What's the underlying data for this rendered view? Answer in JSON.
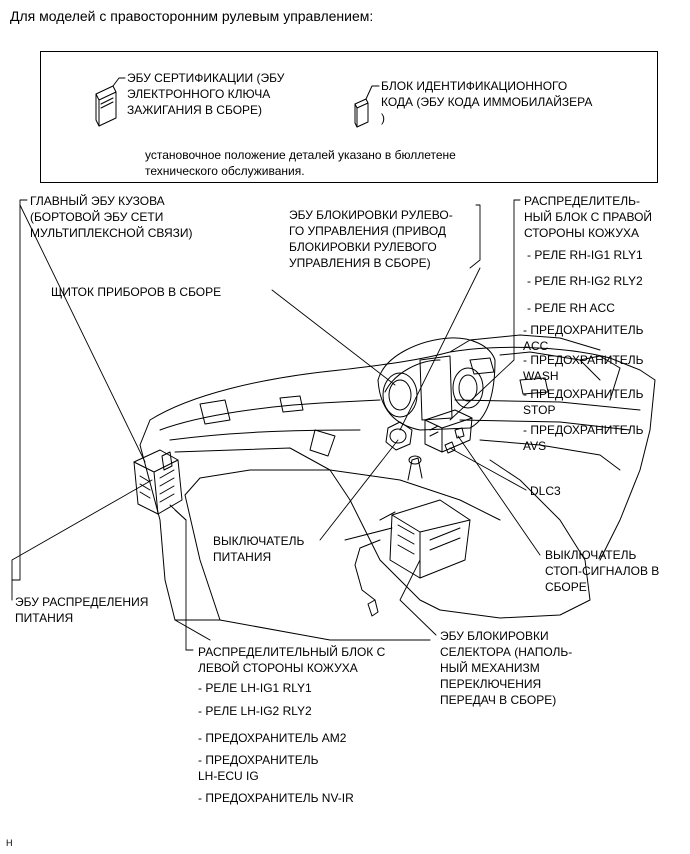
{
  "title": "Для моделей с правосторонним рулевым управлением:",
  "legend": {
    "item1": [
      "ЭБУ СЕРТИФИКАЦИИ (ЭБУ",
      "ЭЛЕКТРОННОГО КЛЮЧА",
      "ЗАЖИГАНИЯ В СБОРЕ)"
    ],
    "item2": [
      "БЛОК ИДЕНТИФИКАЦИОННОГО",
      "КОДА (ЭБУ КОДА ИММОБИЛАЙЗЕРА",
      ")"
    ],
    "note": [
      "установочное положение деталей указано в бюллетене",
      "технического обслуживания."
    ]
  },
  "labels": {
    "main_body_ecu": [
      "ГЛАВНЫЙ ЭБУ КУЗОВА",
      "(БОРТОВОЙ ЭБУ СЕТИ",
      "МУЛЬТИПЛЕКСНОЙ СВЯЗИ)"
    ],
    "steering_lock_ecu": [
      "ЭБУ БЛОКИРОВКИ РУЛЕВО-",
      "ГО УПРАВЛЕНИЯ (ПРИВОД",
      "БЛОКИРОВКИ РУЛЕВОГО",
      "УПРАВЛЕНИЯ В СБОРЕ)"
    ],
    "right_junction": [
      "РАСПРЕДЕЛИТЕЛЬ-",
      "НЫЙ БЛОК С ПРАВОЙ",
      "СТОРОНЫ КОЖУХА"
    ],
    "right_items": [
      "- РЕЛЕ RH-IG1 RLY1",
      "- РЕЛЕ RH-IG2 RLY2",
      "- РЕЛЕ RH ACC"
    ],
    "right_fuses": [
      [
        "- ПРЕДОХРАНИТЕЛЬ",
        "ACC"
      ],
      [
        "- ПРЕДОХРАНИТЕЛЬ",
        "WASH"
      ],
      [
        "- ПРЕДОХРАНИТЕЛЬ",
        "STOP"
      ],
      [
        "- ПРЕДОХРАНИТЕЛЬ",
        "AVS"
      ]
    ],
    "combination_meter": "ЩИТОК ПРИБОРОВ В СБОРЕ",
    "dlc3": "DLC3",
    "power_switch": [
      "ВЫКЛЮЧАТЕЛЬ",
      "ПИТАНИЯ"
    ],
    "stop_light_switch": [
      "ВЫКЛЮЧАТЕЛЬ",
      "СТОП-СИГНАЛОВ В",
      "СБОРЕ"
    ],
    "power_distribution_ecu": [
      "ЭБУ РАСПРЕДЕЛЕНИЯ",
      "ПИТАНИЯ"
    ],
    "shift_lock_ecu": [
      "ЭБУ БЛОКИРОВКИ",
      "СЕЛЕКТОРА (НАПОЛЬ-",
      "НЫЙ МЕХАНИЗМ",
      "ПЕРЕКЛЮЧЕНИЯ",
      "ПЕРЕДАЧ В СБОРЕ)"
    ],
    "left_junction": [
      "РАСПРЕДЕЛИТЕЛЬНЫЙ БЛОК С",
      "ЛЕВОЙ СТОРОНЫ КОЖУХА"
    ],
    "left_items": [
      [
        "- РЕЛЕ LH-IG1 RLY1"
      ],
      [
        "- РЕЛЕ LH-IG2 RLY2"
      ],
      [
        "- ПРЕДОХРАНИТЕЛЬ AM2"
      ],
      [
        "- ПРЕДОХРАНИТЕЛЬ",
        "LH-ECU IG"
      ],
      [
        "- ПРЕДОХРАНИТЕЛЬ NV-IR"
      ]
    ]
  },
  "corner_mark": "H",
  "colors": {
    "ink": "#000000",
    "background": "#ffffff"
  }
}
